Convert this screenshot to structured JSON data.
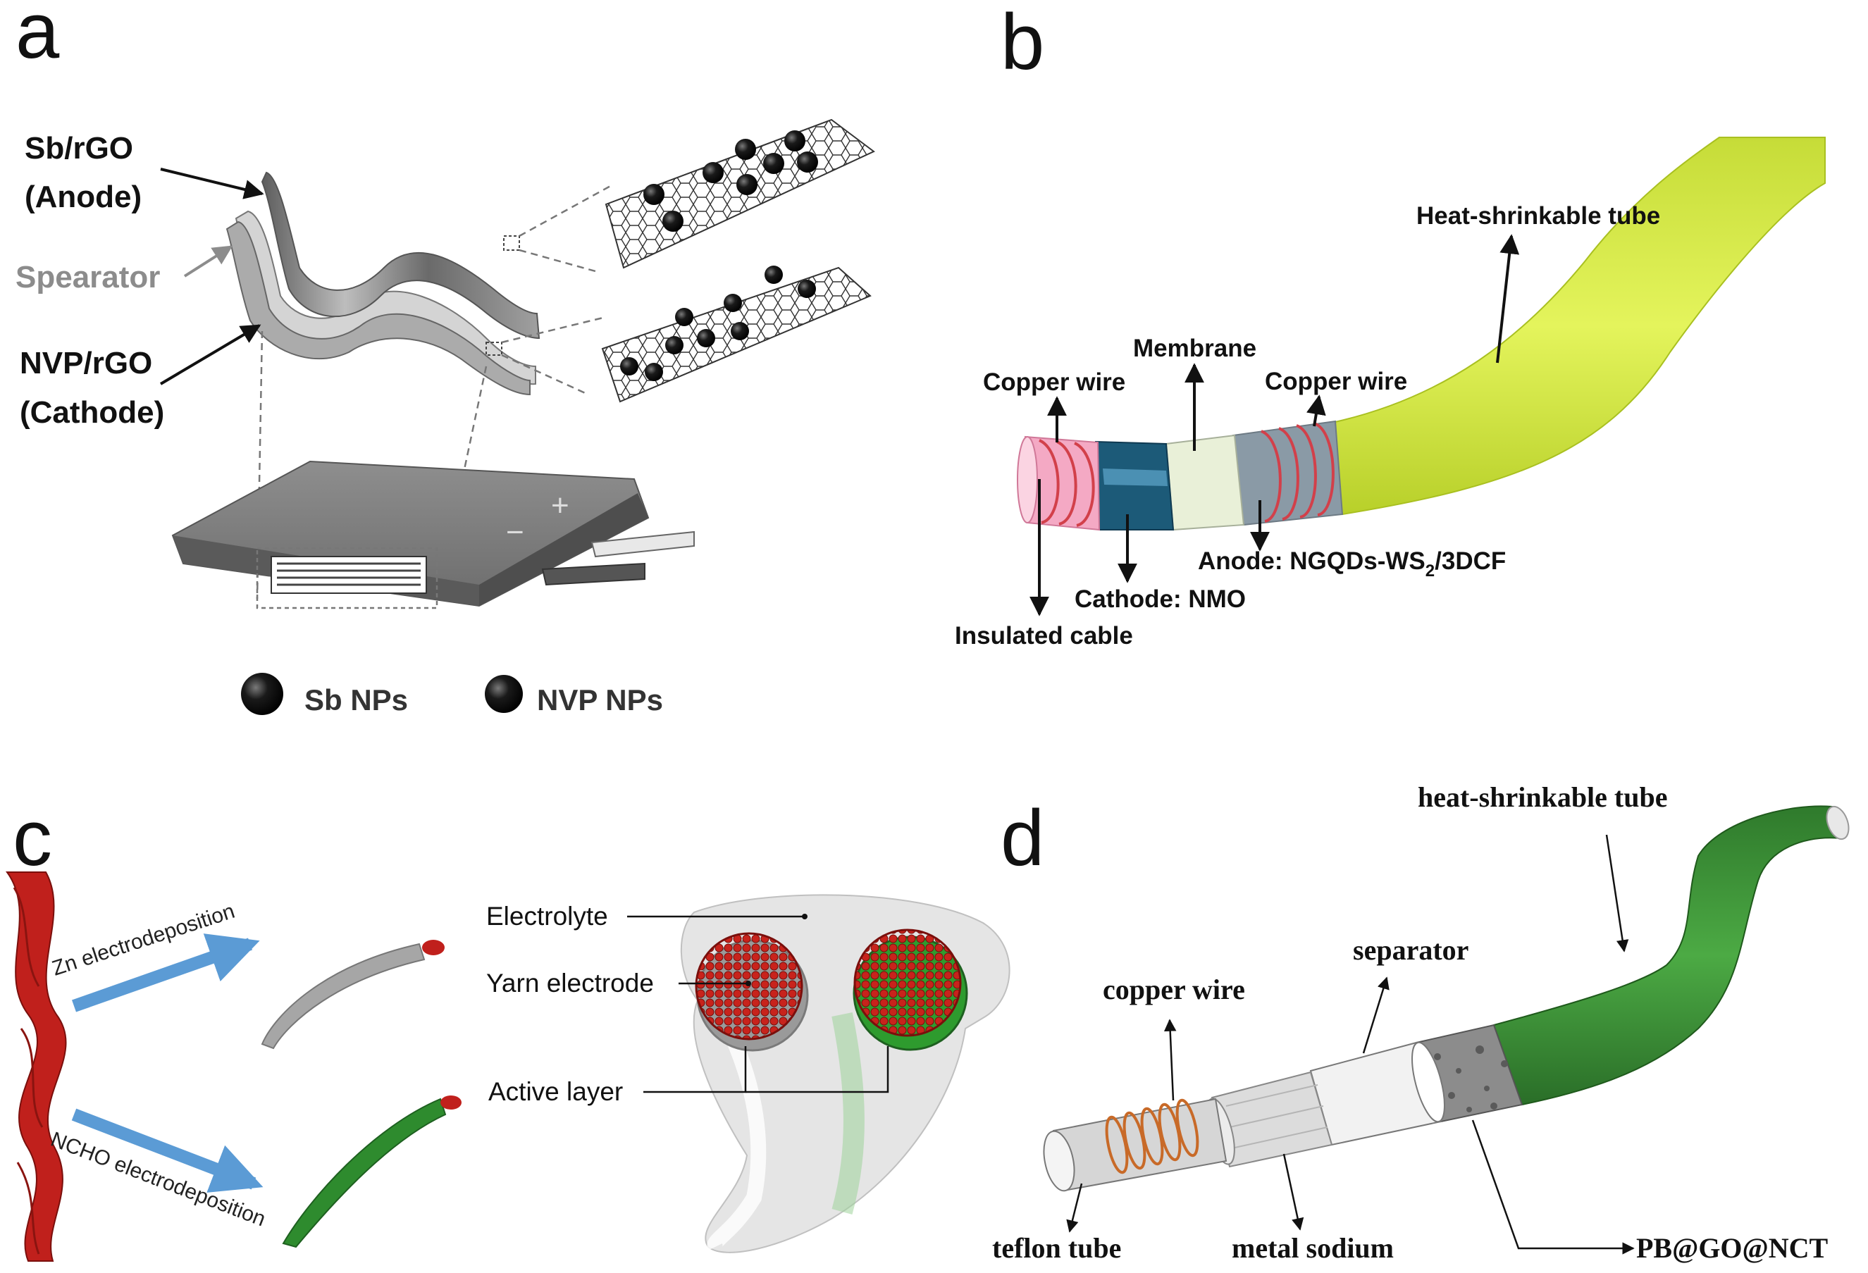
{
  "panels": {
    "a": {
      "letter": "a",
      "labels": {
        "anode_line1": "Sb/rGO",
        "anode_line2": "(Anode)",
        "separator": "Spearator",
        "cathode_line1": "NVP/rGO",
        "cathode_line2": "(Cathode)",
        "minus_sign": "−",
        "plus_sign": "+"
      },
      "legend": [
        {
          "label": "Sb NPs",
          "color": "#111111"
        },
        {
          "label": "NVP NPs",
          "color": "#2a2a2a"
        }
      ]
    },
    "b": {
      "letter": "b",
      "labels": {
        "heat_tube": "Heat-shrinkable tube",
        "membrane": "Membrane",
        "copper_wire_left": "Copper wire",
        "copper_wire_right": "Copper wire",
        "anode_prefix": "Anode: NGQDs-WS",
        "anode_sub": "2",
        "anode_suffix": "/3DCF",
        "cathode": "Cathode: NMO",
        "insulated": "Insulated cable"
      },
      "colors": {
        "tube": "#dcf04a",
        "pink": "#f4a9c4",
        "blue": "#1c5a78",
        "membrane": "#e9f0d8",
        "anode": "#8a9aa6"
      }
    },
    "c": {
      "letter": "c",
      "labels": {
        "zn_arrow": "Zn electrodeposition",
        "ncho_arrow": "NCHO electrodeposition",
        "electrolyte": "Electrolyte",
        "yarn": "Yarn electrode",
        "active": "Active layer"
      },
      "colors": {
        "yarn": "#c0201c",
        "arrow": "#5b9bd5",
        "green": "#2e8b2e"
      }
    },
    "d": {
      "letter": "d",
      "labels": {
        "heat_tube": "heat-shrinkable tube",
        "separator": "separator",
        "copper_wire": "copper wire",
        "teflon": "teflon tube",
        "sodium": "metal sodium",
        "pb": "PB@GO@NCT"
      },
      "colors": {
        "tube": "#3f9a3a"
      }
    }
  }
}
